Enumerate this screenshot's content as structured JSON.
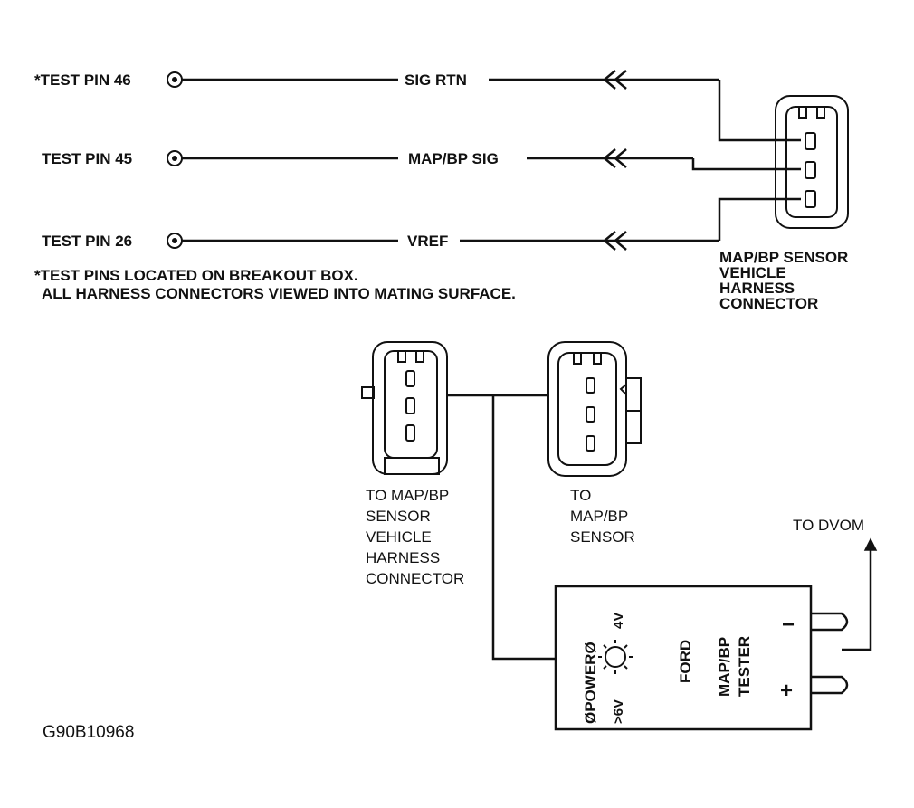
{
  "test_pins": [
    {
      "label": "*TEST PIN 46",
      "signal": "SIG RTN"
    },
    {
      "label": "TEST PIN 45",
      "signal": "MAP/BP SIG"
    },
    {
      "label": "TEST PIN 26",
      "signal": "VREF"
    }
  ],
  "notes": {
    "line1": "*TEST PINS LOCATED ON BREAKOUT BOX.",
    "line2": "ALL HARNESS CONNECTORS VIEWED INTO MATING SURFACE."
  },
  "vehicle_connector_label": [
    "MAP/BP SENSOR",
    "VEHICLE",
    "HARNESS",
    "CONNECTOR"
  ],
  "harness_side_label": [
    "TO MAP/BP",
    "SENSOR",
    "VEHICLE",
    "HARNESS",
    "CONNECTOR"
  ],
  "sensor_side_label": [
    "TO",
    "MAP/BP",
    "SENSOR"
  ],
  "dvom_label": "TO DVOM",
  "tester": {
    "power": "ØPOWERØ",
    "volt_low": ">6V",
    "volt_high": "4V",
    "brand": "FORD",
    "name_line1": "MAP/BP",
    "name_line2": "TESTER",
    "minus": "−",
    "plus": "+"
  },
  "figure_id": "G90B10968"
}
